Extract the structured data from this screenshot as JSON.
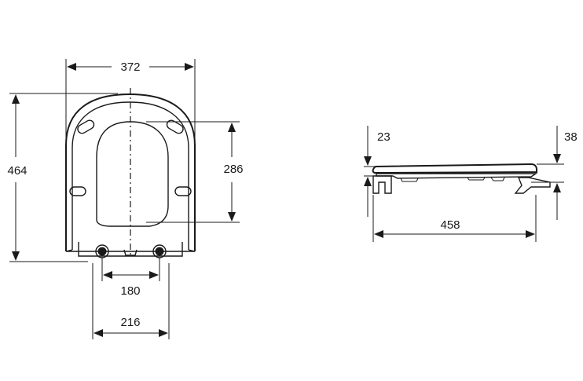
{
  "dimensions": {
    "width_overall": "372",
    "length_overall": "464",
    "inner_length": "286",
    "hinge_spacing_inner": "180",
    "hinge_spacing_outer": "216",
    "height_closed": "23",
    "height_hinge": "38",
    "depth_side": "458"
  },
  "colors": {
    "line": "#1a1a1a",
    "background": "#ffffff"
  }
}
